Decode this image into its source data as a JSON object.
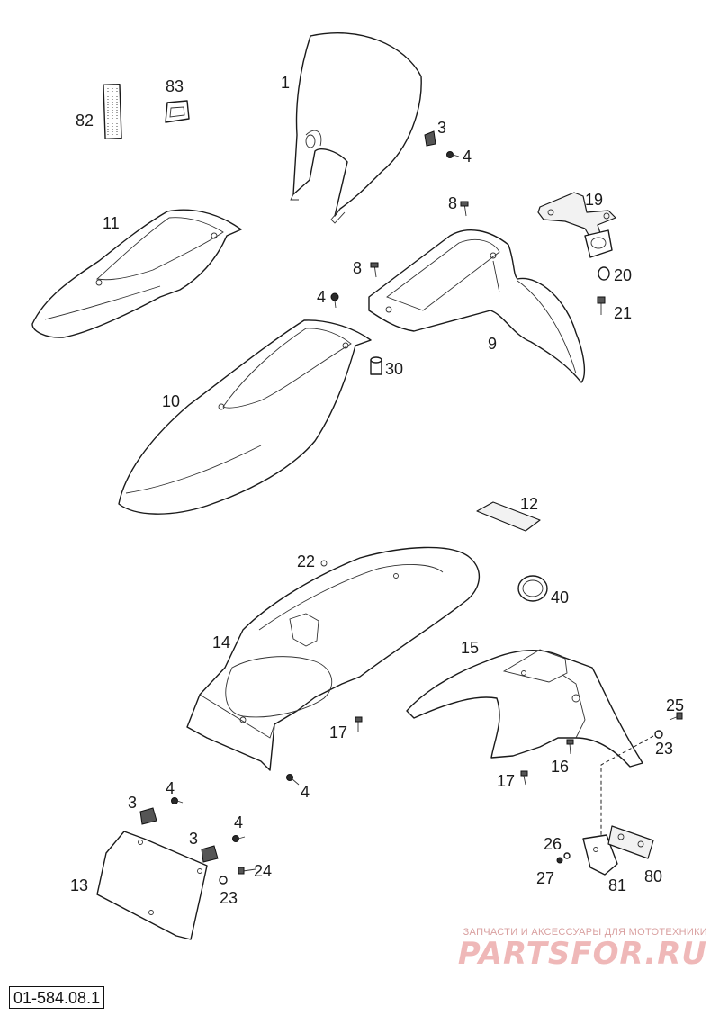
{
  "drawing_number": "01-584.08.1",
  "watermark": {
    "tagline": "ЗАПЧАСТИ И АКСЕССУАРЫ ДЛЯ МОТОТЕХНИКИ",
    "brand": "PARTSFOR.RU"
  },
  "callouts": {
    "c1": "1",
    "c3a": "3",
    "c4a": "4",
    "c82": "82",
    "c83": "83",
    "c11": "11",
    "c8a": "8",
    "c19": "19",
    "c8b": "8",
    "c20": "20",
    "c4b": "4",
    "c21": "21",
    "c9": "9",
    "c30": "30",
    "c10": "10",
    "c12": "12",
    "c22": "22",
    "c40": "40",
    "c14": "14",
    "c15": "15",
    "c25": "25",
    "c17a": "17",
    "c23a": "23",
    "c16": "16",
    "c17b": "17",
    "c4c": "4",
    "c4d": "4",
    "c3b": "3",
    "c4e": "4",
    "c3c": "3",
    "c24": "24",
    "c13": "13",
    "c23b": "23",
    "c26": "26",
    "c27": "27",
    "c81": "81",
    "c80": "80"
  }
}
